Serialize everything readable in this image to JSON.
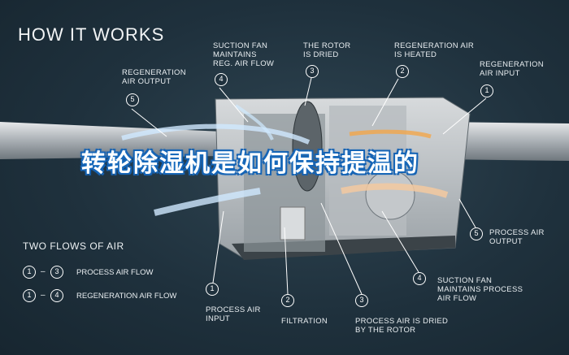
{
  "title": "HOW IT WORKS",
  "overlay_text": "转轮除湿机是如何保持提温的",
  "top_labels": [
    {
      "num": "5",
      "text": "REGENERATION\nAIR OUTPUT"
    },
    {
      "num": "4",
      "text": "SUCTION FAN\nMAINTAINS\nREG. AIR FLOW"
    },
    {
      "num": "3",
      "text": "THE ROTOR\nIS DRIED"
    },
    {
      "num": "2",
      "text": "REGENERATION AIR\nIS HEATED"
    },
    {
      "num": "1",
      "text": "REGENERATION\nAIR INPUT"
    }
  ],
  "bottom_labels": [
    {
      "num": "1",
      "text": "PROCESS AIR\nINPUT"
    },
    {
      "num": "2",
      "text": "FILTRATION"
    },
    {
      "num": "3",
      "text": "PROCESS AIR IS DRIED\nBY THE ROTOR"
    },
    {
      "num": "4",
      "text": "SUCTION FAN\nMAINTAINS PROCESS\nAIR FLOW"
    },
    {
      "num": "5",
      "text": "PROCESS AIR\nOUTPUT"
    }
  ],
  "legend": {
    "title": "TWO FLOWS OF AIR",
    "rows": [
      {
        "from": "1",
        "to": "3",
        "label": "PROCESS AIR FLOW"
      },
      {
        "from": "1",
        "to": "4",
        "label": "REGENERATION AIR FLOW"
      }
    ]
  },
  "colors": {
    "background": "#1f313d",
    "overlay_outline": "#1660b0",
    "cold_air": "#cfe9ff",
    "hot_air": "#f3c9a0"
  }
}
